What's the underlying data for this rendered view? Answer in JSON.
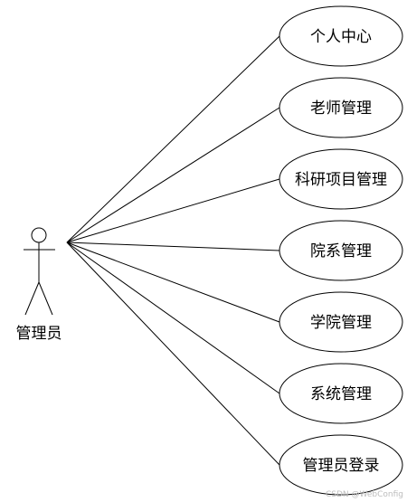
{
  "actor": {
    "label": "管理员"
  },
  "use_cases": [
    {
      "label": "个人中心"
    },
    {
      "label": "老师管理"
    },
    {
      "label": "科研项目管理"
    },
    {
      "label": "院系管理"
    },
    {
      "label": "学院管理"
    },
    {
      "label": "系统管理"
    },
    {
      "label": "管理员登录"
    }
  ],
  "watermark": "CSDN @WebConfig",
  "colors": {
    "stroke": "#000000",
    "background": "#ffffff"
  }
}
